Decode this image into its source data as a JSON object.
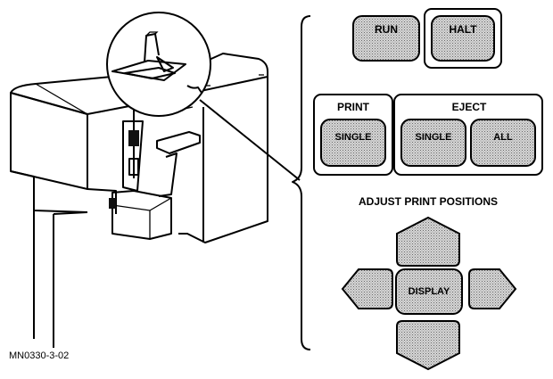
{
  "panel": {
    "run_label": "RUN",
    "halt_label": "HALT",
    "print_heading": "PRINT",
    "eject_heading": "EJECT",
    "print_single_label": "SINGLE",
    "eject_single_label": "SINGLE",
    "eject_all_label": "ALL",
    "adjust_heading": "ADJUST PRINT POSITIONS",
    "display_label": "DISPLAY"
  },
  "figure_id": "MN0330-3-02",
  "colors": {
    "ink": "#000000",
    "paper": "#ffffff",
    "button_fill": "#c8c8c8"
  }
}
